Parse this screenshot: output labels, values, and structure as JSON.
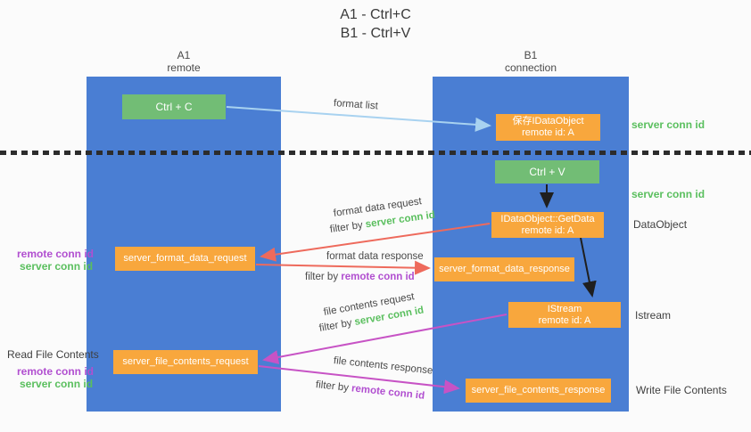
{
  "title": {
    "line1": "A1 - Ctrl+C",
    "line2": "B1 - Ctrl+V"
  },
  "columns": {
    "a1": {
      "name": "A1",
      "role": "remote"
    },
    "b1": {
      "name": "B1",
      "role": "connection"
    }
  },
  "nodes": {
    "ctrl_c": "Ctrl + C",
    "ctrl_v": "Ctrl + V",
    "save_idataobject": {
      "line1": "保存IDataObject",
      "line2": "remote id: A"
    },
    "getdata": {
      "line1": "IDataObject::GetData",
      "line2": "remote id: A"
    },
    "istream": {
      "line1": "IStream",
      "line2": "remote id: A"
    },
    "format_request": "server_format_data_request",
    "format_response": "server_format_data_response",
    "file_request": "server_file_contents_request",
    "file_response": "server_file_contents_response"
  },
  "arrow_labels": {
    "format_list": "format list",
    "format_data_request": "format data request",
    "format_data_request_filter_prefix": "filter by ",
    "format_data_request_filter_key": "server conn id",
    "format_data_response": "format data response",
    "format_data_response_filter_prefix": "filter by ",
    "format_data_response_filter_key": "remote conn id",
    "file_contents_request": "file contents request",
    "file_contents_request_filter_prefix": "filter by ",
    "file_contents_request_filter_key": "server conn id",
    "file_contents_response": "file contents response",
    "file_contents_response_filter_prefix": "filter by ",
    "file_contents_response_filter_key": "remote conn id"
  },
  "side_labels": {
    "right_server_conn_id_top": "server conn id",
    "right_server_conn_id_mid": "server conn id",
    "right_dataobject": "DataObject",
    "right_istream": "Istream",
    "right_write_file_contents": "Write File Contents",
    "left_remote_conn_id_top": "remote conn id",
    "left_server_conn_id_top": "server conn id",
    "left_read_file_contents": "Read File Contents",
    "left_remote_conn_id_bottom": "remote conn id",
    "left_server_conn_id_bottom": "server conn id"
  },
  "colors": {
    "column_blue": "#4a7ed3",
    "box_green": "#72bd75",
    "box_orange": "#f8a73d",
    "accent_green": "#5abf5e",
    "accent_purple": "#b14fd0",
    "arrow_red": "#ee6a5c",
    "arrow_magenta": "#c753c5",
    "arrow_light_blue": "#a8d2f0",
    "arrow_black": "#1f1f1f"
  }
}
